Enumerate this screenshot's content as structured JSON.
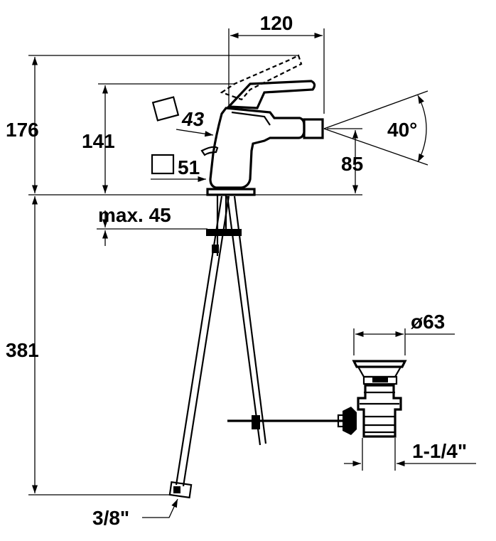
{
  "dimensions": {
    "top_width": "120",
    "total_height": "176",
    "spout_height": "141",
    "lever_angle_1": "43",
    "lever_angle_2": "51",
    "spray_angle": "40°",
    "outlet_height": "85",
    "max_thickness": "max. 45",
    "below_height": "381",
    "drain_diameter": "ø63",
    "drain_thread": "1-1/4\"",
    "supply_thread": "3/8\""
  }
}
